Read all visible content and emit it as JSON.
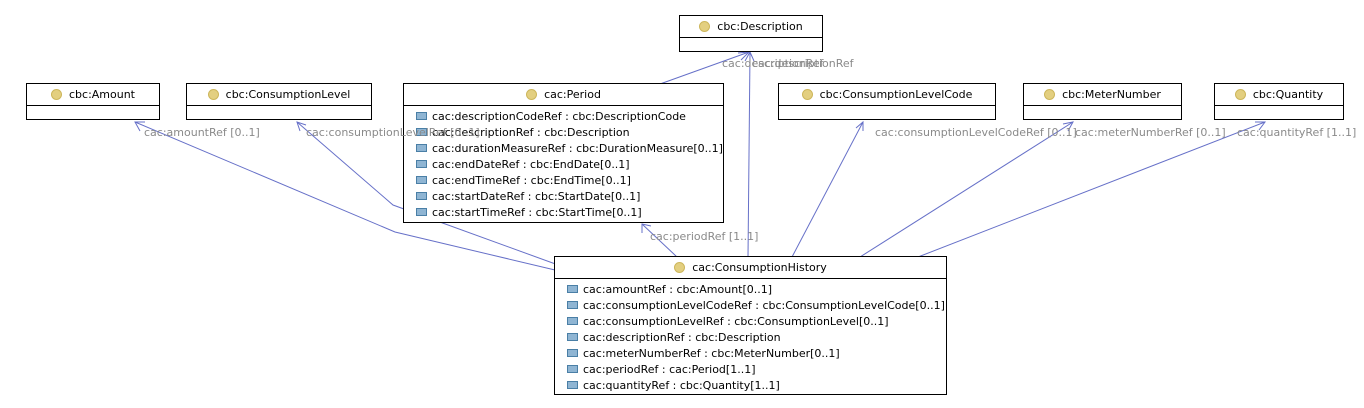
{
  "classes": {
    "description": {
      "name": "cbc:Description"
    },
    "amount": {
      "name": "cbc:Amount"
    },
    "consumption_level": {
      "name": "cbc:ConsumptionLevel"
    },
    "period": {
      "name": "cac:Period",
      "attributes": [
        "cac:descriptionCodeRef : cbc:DescriptionCode",
        "cac:descriptionRef : cbc:Description",
        "cac:durationMeasureRef : cbc:DurationMeasure[0..1]",
        "cac:endDateRef : cbc:EndDate[0..1]",
        "cac:endTimeRef : cbc:EndTime[0..1]",
        "cac:startDateRef : cbc:StartDate[0..1]",
        "cac:startTimeRef : cbc:StartTime[0..1]"
      ]
    },
    "consumption_level_code": {
      "name": "cbc:ConsumptionLevelCode"
    },
    "meter_number": {
      "name": "cbc:MeterNumber"
    },
    "quantity": {
      "name": "cbc:Quantity"
    },
    "consumption_history": {
      "name": "cac:ConsumptionHistory",
      "attributes": [
        "cac:amountRef : cbc:Amount[0..1]",
        "cac:consumptionLevelCodeRef : cbc:ConsumptionLevelCode[0..1]",
        "cac:consumptionLevelRef : cbc:ConsumptionLevel[0..1]",
        "cac:descriptionRef : cbc:Description",
        "cac:meterNumberRef : cbc:MeterNumber[0..1]",
        "cac:periodRef : cac:Period[1..1]",
        "cac:quantityRef : cbc:Quantity[1..1]"
      ]
    }
  },
  "edge_labels": {
    "period_description": "cac:descriptionRef",
    "history_description": "cac:descriptionRef",
    "amount": "cac:amountRef [0..1]",
    "consumption_level": "cac:consumptionLevelRef [0..1]",
    "consumption_level_code": "cac:consumptionLevelCodeRef [0..1]",
    "meter_number": "cac:meterNumberRef [0..1]",
    "quantity": "cac:quantityRef [1..1]",
    "period": "cac:periodRef [1..1]"
  },
  "colors": {
    "edge": "#5a64c8",
    "class_icon": "#e3cf80",
    "attribute_icon": "#8fb5d3",
    "label": "#8a8a8a"
  }
}
